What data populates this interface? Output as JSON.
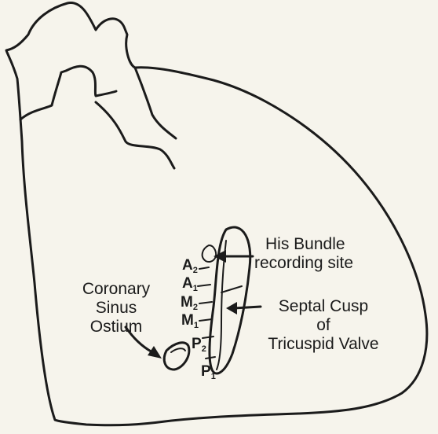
{
  "labels": {
    "his_bundle": [
      "His Bundle",
      "recording site"
    ],
    "coronary_sinus": [
      "Coronary",
      "Sinus",
      "Ostium"
    ],
    "septal_cusp": [
      "Septal Cusp",
      "of",
      "Tricuspid Valve"
    ]
  },
  "sites": [
    {
      "letter": "A",
      "sub": "2"
    },
    {
      "letter": "A",
      "sub": "1"
    },
    {
      "letter": "M",
      "sub": "2"
    },
    {
      "letter": "M",
      "sub": "1"
    },
    {
      "letter": "P",
      "sub": "2"
    },
    {
      "letter": "P",
      "sub": "1"
    }
  ]
}
